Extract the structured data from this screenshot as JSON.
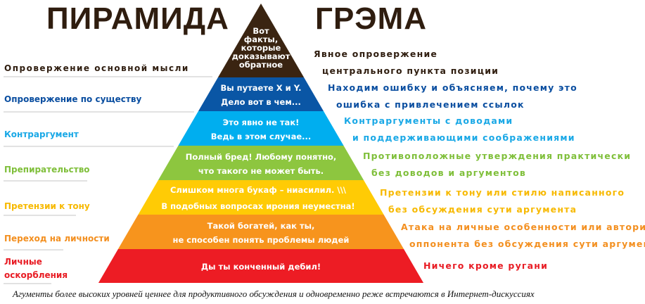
{
  "title_left": "ПИРАМИДА",
  "title_right": "ГРЭМА",
  "levels": [
    {
      "name": "Опровержение основной мысли",
      "example": [
        "Вот",
        "факты,",
        "которые",
        "доказывают",
        "обратное"
      ],
      "description": [
        "Явное опровержение",
        "центрального пункта позиции"
      ],
      "color": "#3a2411",
      "label_color": "#2f1d0f"
    },
    {
      "name": "Опровержение по существу",
      "example": [
        "Вы путаете X и Y.",
        "Дело вот в чем..."
      ],
      "description": [
        "Находим ошибку и объясняем, почему это",
        "ошибка с привлечением ссылок"
      ],
      "color": "#0a56a5",
      "label_color": "#0a4ea0"
    },
    {
      "name": "Контраргумент",
      "example": [
        "Это явно не так!",
        "Ведь в этом случае..."
      ],
      "description": [
        "Контраргументы с доводами",
        "и поддерживающими соображениями"
      ],
      "color": "#00aeef",
      "label_color": "#19a8e6"
    },
    {
      "name": "Препирательство",
      "example": [
        "Полный бред!  Любому понятно,",
        "что такого не может быть."
      ],
      "description": [
        "Противоположные утверждения практически",
        "без доводов и аргументов"
      ],
      "color": "#8dc63f",
      "label_color": "#7fbf3a"
    },
    {
      "name": "Претензии к тону",
      "example": [
        "Слишком многа букаф – ниасилил.  \\\\\\",
        "В подобных вопросах ирония неуместна!"
      ],
      "description": [
        "Претензии к тону или стилю написанного",
        "без обсуждения  сути аргумента"
      ],
      "color": "#ffcb05",
      "label_color": "#f7b900"
    },
    {
      "name": "Переход на личности",
      "example": [
        "Такой богатей, как ты,",
        "не способен понять проблемы людей"
      ],
      "description": [
        "Атака на личные особенности или авторитет",
        "оппонента без обсуждения сути аргумента"
      ],
      "color": "#f7941d",
      "label_color": "#f38f1f"
    },
    {
      "name": "Личные\nоскорбления",
      "example": [
        "Ды ты конченный дебил!"
      ],
      "description": [
        "Ничего кроме ругани"
      ],
      "color": "#ed1c24",
      "label_color": "#e81c24"
    }
  ],
  "caption": "Агументы более высоких уровней ценнее для продуктивного обсуждения и одновременно реже встречаются в Интернет-дискуссиях"
}
